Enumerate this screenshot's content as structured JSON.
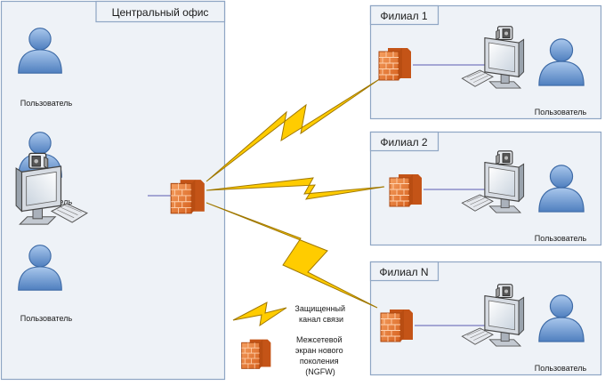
{
  "central": {
    "title": "Центральный офис",
    "users": [
      "Пользователь",
      "Пользователь",
      "Пользователь"
    ]
  },
  "branches": [
    {
      "title": "Филиал 1",
      "user": "Пользователь"
    },
    {
      "title": "Филиал 2",
      "user": "Пользователь"
    },
    {
      "title": "Филиал N",
      "user": "Пользователь"
    }
  ],
  "legend": {
    "link_lines": [
      "Защищенный",
      "канал связи"
    ],
    "ngfw_lines": [
      "Межсетевой",
      "экран нового",
      "поколения",
      "(NGFW)"
    ]
  },
  "colors": {
    "panel_fill": "#eef2f7",
    "panel_border": "#8fa6c4",
    "bolt_fill": "#ffcc00",
    "bolt_stroke": "#a07800",
    "firewall": "#e8792e",
    "user_body": "#6f9bd1",
    "cable": "#5a5ab0"
  },
  "icons": [
    "user-icon",
    "firewall-icon",
    "computer-icon",
    "lightning-bolt-icon"
  ]
}
